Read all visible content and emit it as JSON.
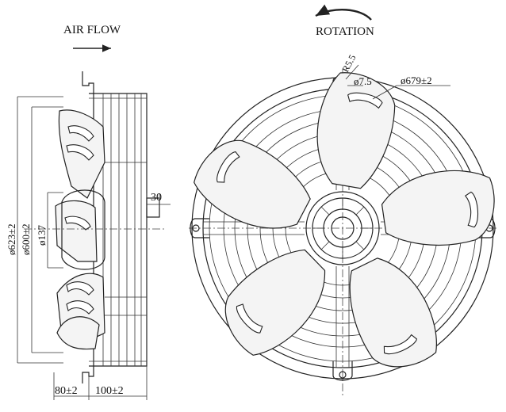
{
  "labels": {
    "air_flow": "AIR FLOW",
    "rotation": "ROTATION"
  },
  "side_view": {
    "dim_outer_diameter": "ø623±2",
    "dim_blade_diameter": "ø600±2",
    "dim_hub_diameter": "ø137",
    "dim_shaft_offset": "30",
    "dim_front_depth": "80±2",
    "dim_rear_depth": "100±2"
  },
  "front_view": {
    "dim_radius": "R5.5",
    "dim_hole": "ø7.5",
    "dim_mount_circle": "ø679±2"
  },
  "icons": {
    "air_flow_arrow": "right-arrow-icon",
    "rotation_arrow": "counterclockwise-arrow-icon"
  }
}
